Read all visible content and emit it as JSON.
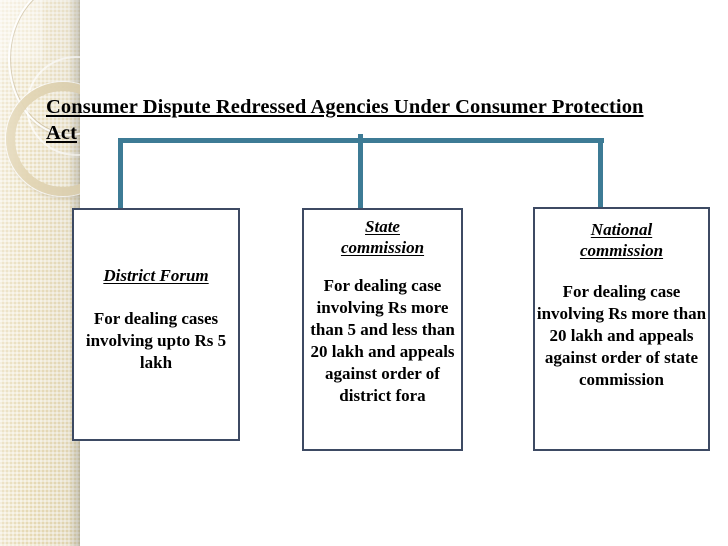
{
  "slide": {
    "title": "Consumer Dispute Redressed Agencies Under Consumer Protection Act",
    "background_color": "#ffffff",
    "connector_color": "#3d7b95",
    "box_border_color": "#3d4a63",
    "decoration_color": "#e9ddbb"
  },
  "boxes": [
    {
      "id": "district-forum",
      "heading": "District Forum",
      "body": "For dealing cases involving upto Rs 5 lakh"
    },
    {
      "id": "state-commission",
      "heading_line1": "State",
      "heading_line2": "commission",
      "body": "For dealing case involving Rs more than 5 and less than 20 lakh and appeals against order of district fora"
    },
    {
      "id": "national-commission",
      "heading_line1": "National",
      "heading_line2": "commission",
      "body": "For dealing case involving Rs more than 20 lakh and appeals against order of state commission"
    }
  ]
}
